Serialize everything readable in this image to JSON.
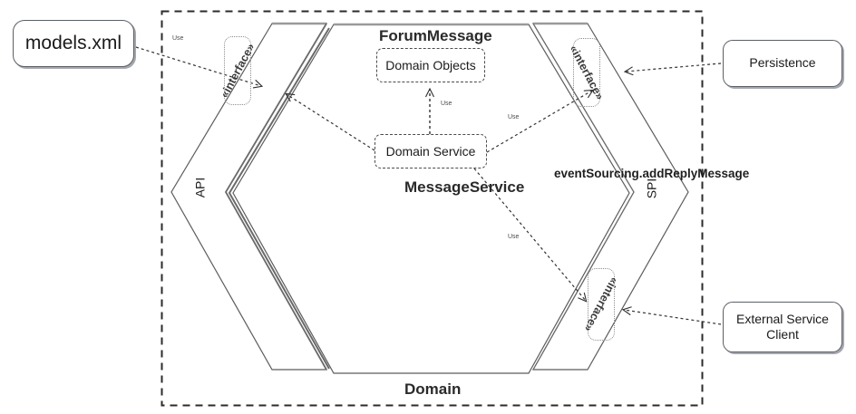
{
  "diagram": {
    "type": "hexagonal-architecture",
    "boundary_label": "Domain",
    "ports": {
      "left": "API",
      "right": "SPI"
    },
    "external_components": [
      {
        "id": "models-xml",
        "label": "models.xml"
      },
      {
        "id": "persistence",
        "label": "Persistence"
      },
      {
        "id": "external-service-client",
        "label": "External Service\nClient"
      }
    ],
    "inner": {
      "forum_message_label": "ForumMessage",
      "domain_objects_label": "Domain Objects",
      "domain_service_label": "Domain Service",
      "message_service_label": "MessageService",
      "event_sourcing_label": "eventSourcing.addReplyMessage"
    },
    "interfaces": [
      {
        "id": "interface-api-top",
        "label": "«interface»"
      },
      {
        "id": "interface-spi-top",
        "label": "«interface»"
      },
      {
        "id": "interface-spi-bottom",
        "label": "«interface»"
      }
    ],
    "relations": [
      {
        "id": "use-models",
        "label": "Use",
        "from": "models.xml",
        "to": "API interface"
      },
      {
        "id": "use-domain-objects",
        "label": "Use",
        "from": "Domain Service",
        "to": "Domain Objects"
      },
      {
        "id": "use-spi-top",
        "label": "Use",
        "from": "Domain Service",
        "to": "SPI interface top"
      },
      {
        "id": "use-spi-bottom",
        "label": "Use",
        "from": "Domain Service",
        "to": "SPI interface bottom"
      }
    ],
    "colors": {
      "background": "#ffffff",
      "boundary_stroke": "#2b2b2b",
      "hexagon_stroke": "#5c5c5c",
      "box_stroke": "#5a5f66",
      "dashed_box_stroke": "#4a4a4a",
      "interface_stroke": "#8d8d8d",
      "text": "#1a1a1a"
    }
  }
}
